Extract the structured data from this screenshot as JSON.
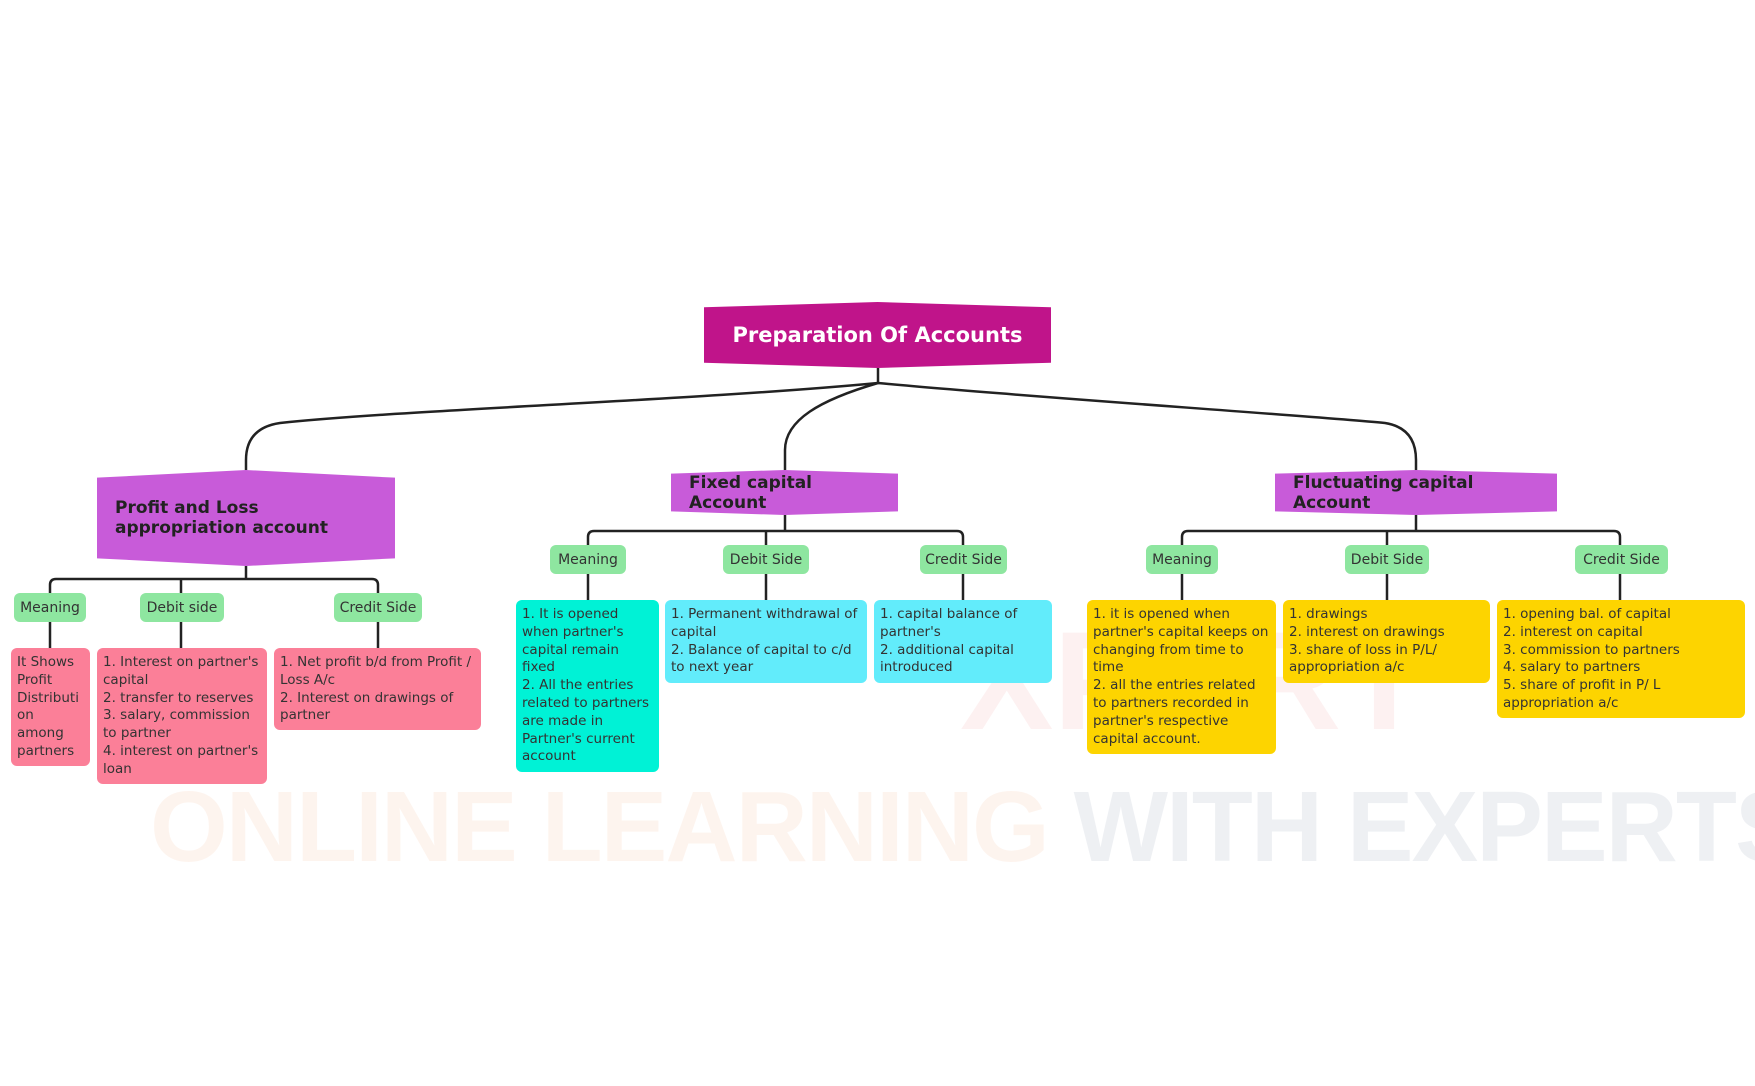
{
  "watermark": {
    "part1": "ONLINE LEARNING",
    "part2": "WITH EXPERTS",
    "letter": "XPERT"
  },
  "root": "Preparation Of Accounts",
  "branches": [
    {
      "title": "Profit and Loss appropriation account",
      "labels": [
        "Meaning",
        "Debit side",
        "Credit Side"
      ],
      "leaves": [
        "It Shows Profit Distributi on among partners",
        "1. Interest on partner's capital\n2. transfer to reserves\n3. salary, commission to partner\n4. interest on partner's loan",
        "1. Net profit b/d from Profit / Loss A/c\n2. Interest on drawings of partner"
      ]
    },
    {
      "title": "Fixed capital Account",
      "labels": [
        "Meaning",
        "Debit Side",
        "Credit Side"
      ],
      "leaves": [
        "1. It is opened when partner's capital remain fixed\n2. All the entries related to partners are made in Partner's current account",
        "1. Permanent withdrawal of capital\n2. Balance of capital to c/d to next year",
        "1. capital balance of partner's\n2. additional capital introduced"
      ]
    },
    {
      "title": "Fluctuating capital Account",
      "labels": [
        "Meaning",
        "Debit Side",
        "Credit Side"
      ],
      "leaves": [
        "1. it is opened when partner's capital keeps on changing from time to time\n2. all the entries related to partners recorded in partner's respective capital account.",
        "1. drawings\n2. interest on drawings\n3. share of loss in P/L/ appropriation a/c",
        "1. opening bal. of capital\n2. interest on capital\n3. commission to partners\n4. salary to partners\n5. share of profit in P/ L appropriation a/c"
      ]
    }
  ]
}
